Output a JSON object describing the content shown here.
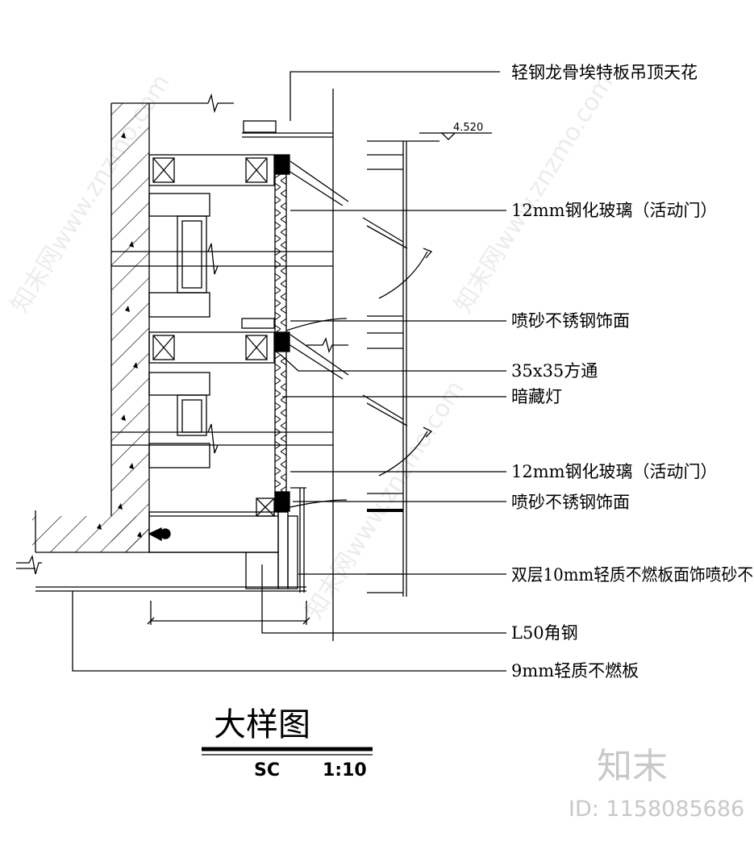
{
  "labels": {
    "ceiling": "轻钢龙骨埃特板吊顶天花",
    "glass_door_1": "12mm钢化玻璃（活动门）",
    "steel_face_1": "喷砂不锈钢饰面",
    "tube": "35x35方通",
    "hidden_light": "暗藏灯",
    "glass_door_2": "12mm钢化玻璃（活动门）",
    "steel_face_2": "喷砂不锈钢饰面",
    "double_board": "双层10mm轻质不燃板面饰喷砂不",
    "angle_steel": "L50角钢",
    "board_9mm": "9mm轻质不燃板"
  },
  "elevation": "4.520",
  "title": "大样图",
  "code": "SC",
  "scale": "1:10",
  "brand": "知末",
  "id_text": "ID: 1158085686",
  "watermark": "知末网www.znzmo.com"
}
